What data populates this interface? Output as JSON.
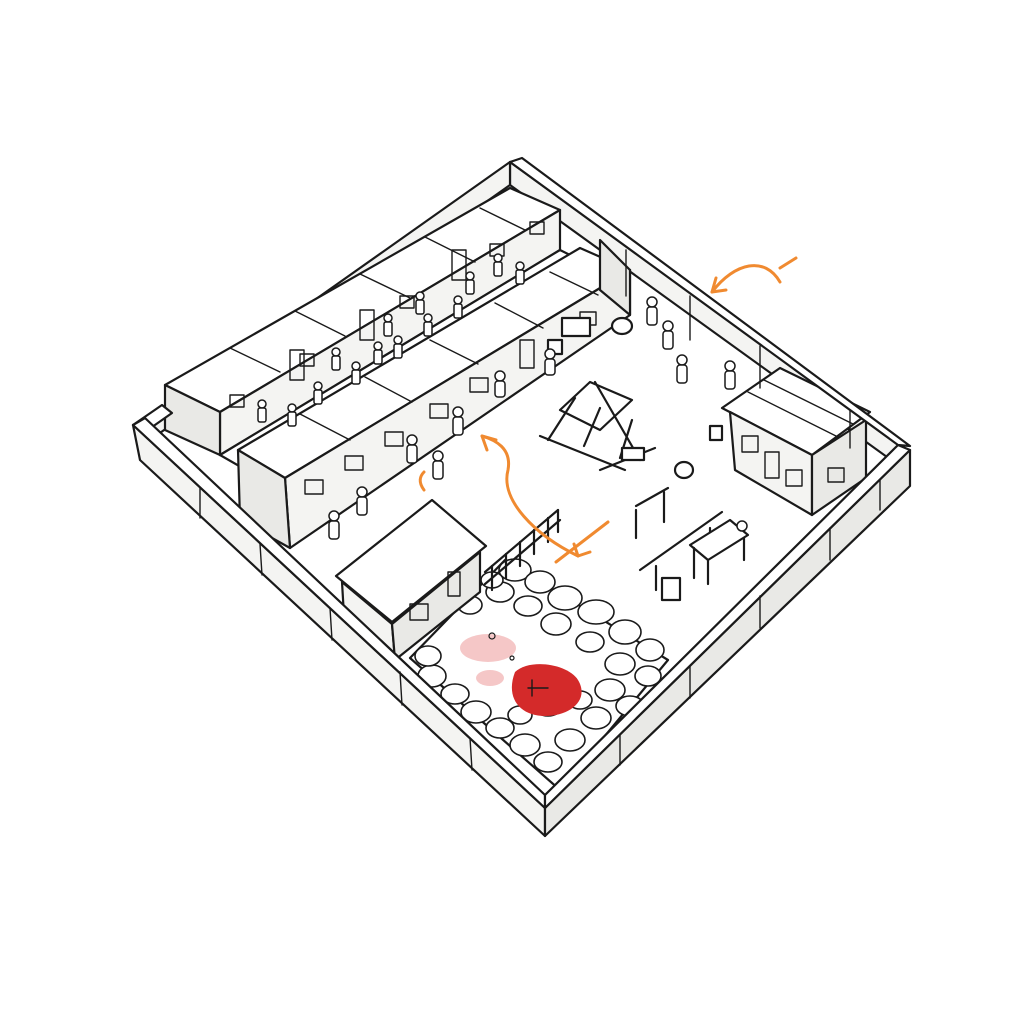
{
  "colors": {
    "ink": "#1a1a1a",
    "paper": "#ffffff",
    "arrow": "#f08a30",
    "stain": "#d42a2a",
    "stain_light": "#f2b9b9"
  },
  "scene": {
    "style": "hand-drawn isometric sketch",
    "elements": [
      "perimeter-wall",
      "long-barracks",
      "yard",
      "right-hut",
      "front-hut",
      "rock-pit",
      "red-stain",
      "wooden-frame",
      "stocks",
      "workbench",
      "movement-arrows",
      "figures"
    ]
  }
}
